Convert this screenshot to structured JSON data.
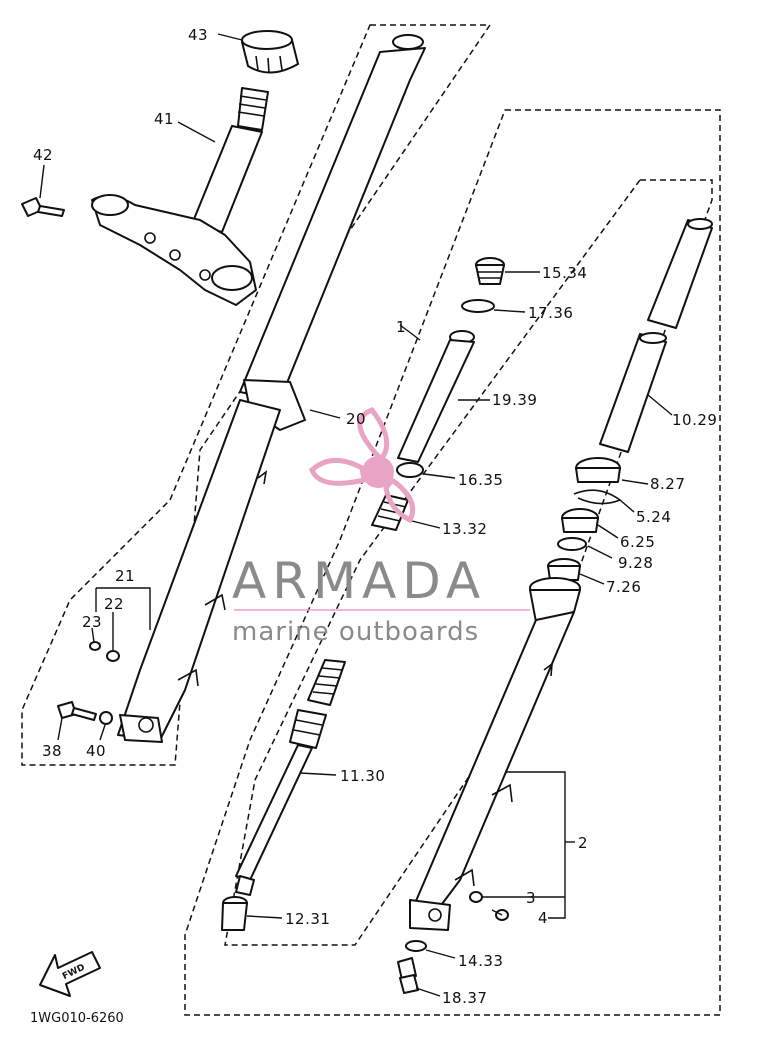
{
  "diagram_code": "1WG010-6260",
  "fwd_label": "FWD",
  "watermark": {
    "brand": "ARMADA",
    "tagline": "marine outboards",
    "logo_color": "#e9a3c4",
    "text_color": "#8a8a8a"
  },
  "labels": {
    "p43": "43",
    "p41": "41",
    "p42": "42",
    "p20": "20",
    "p21": "21",
    "p22": "22",
    "p23": "23",
    "p38": "38",
    "p40": "40",
    "p1": "1",
    "p15": "15.34",
    "p17": "17.36",
    "p19": "19.39",
    "p16": "16.35",
    "p13": "13.32",
    "p11": "11.30",
    "p12": "12.31",
    "p10": "10.29",
    "p8": "8.27",
    "p5": "5.24",
    "p6": "6.25",
    "p9": "9.28",
    "p7": "7.26",
    "p2": "2",
    "p3": "3",
    "p4": "4",
    "p14": "14.33",
    "p18": "18.37"
  }
}
